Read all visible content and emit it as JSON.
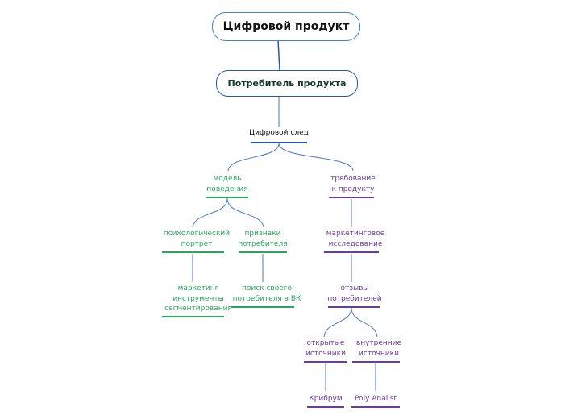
{
  "root": {
    "label": "Цифровой продукт"
  },
  "main": {
    "label": "Потребитель продукта"
  },
  "trace": {
    "label": "Цифровой след"
  },
  "left": {
    "behavior_model": {
      "label": "модель\nповедения"
    },
    "psych_portrait": {
      "label": "психологический\nпортрет"
    },
    "consumer_traits": {
      "label": "признаки\nпотребителя"
    },
    "marketing_tools": {
      "label": "маркетинг\nинструменты\nсегментирования"
    },
    "vk_search": {
      "label": "поиск своего\nпотребителя в ВК"
    }
  },
  "right": {
    "product_requirements": {
      "label": "требование\nк продукту"
    },
    "marketing_research": {
      "label": "маркетинговое\nисследование"
    },
    "consumer_reviews": {
      "label": "отзывы\nпотребителей"
    },
    "open_sources": {
      "label": "открытые\nисточники"
    },
    "internal_sources": {
      "label": "внутренние\nисточники"
    },
    "kribrum": {
      "label": "Крибрум"
    },
    "poly_analist": {
      "label": "Poly Analist"
    }
  },
  "colors": {
    "root_border": "#3a86cf",
    "main_border": "#2456b8",
    "connector": "#4a78c8",
    "trace_underline": "#2456b8",
    "green_branch": "#27a85a",
    "purple_branch": "#6a3c9c"
  }
}
